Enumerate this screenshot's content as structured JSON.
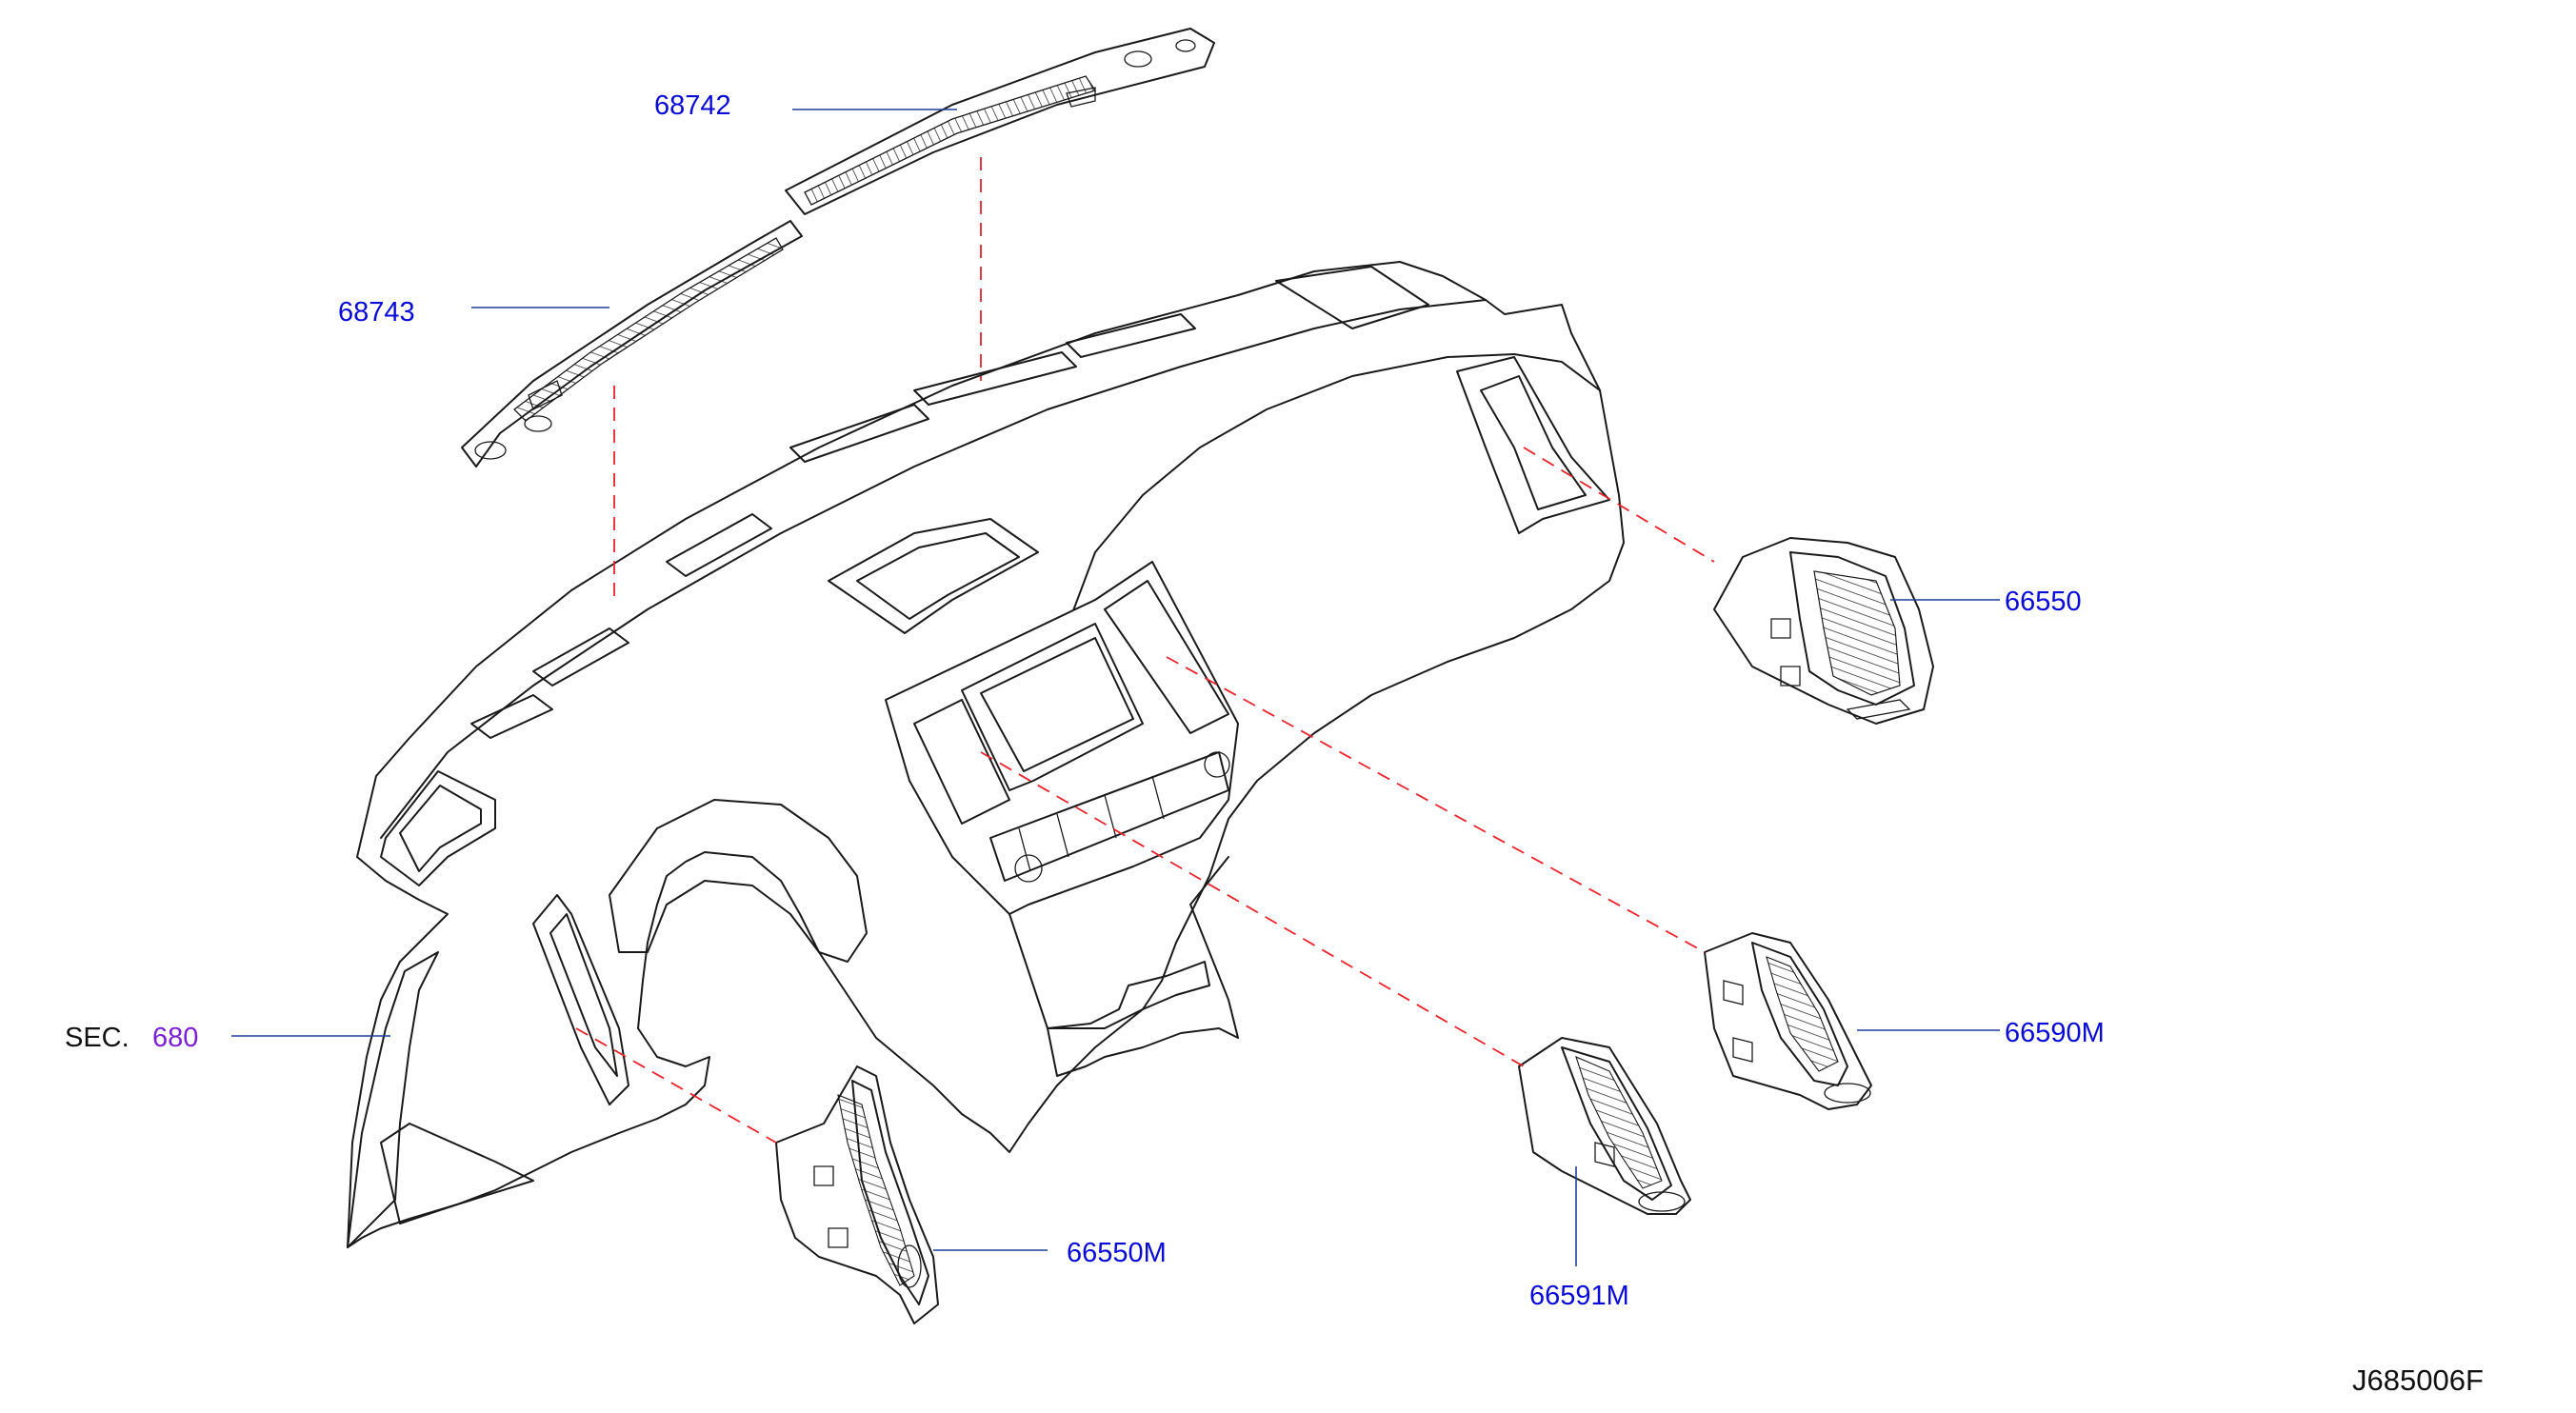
{
  "parts": [
    {
      "id": "68742",
      "label": "68742"
    },
    {
      "id": "68743",
      "label": "68743"
    },
    {
      "id": "66550",
      "label": "66550"
    },
    {
      "id": "66590M",
      "label": "66590M"
    },
    {
      "id": "66591M",
      "label": "66591M"
    },
    {
      "id": "66550M",
      "label": "66550M"
    }
  ],
  "section_ref": {
    "prefix": "SEC.",
    "number": "680"
  },
  "drawing_id": "J685006F",
  "colors": {
    "part_label": "#0a0ad8",
    "section_number": "#7a1fd6",
    "leader_line": "#1e3f9c",
    "dashed_guide": "#e8232b",
    "outline": "#1a1a1a"
  }
}
